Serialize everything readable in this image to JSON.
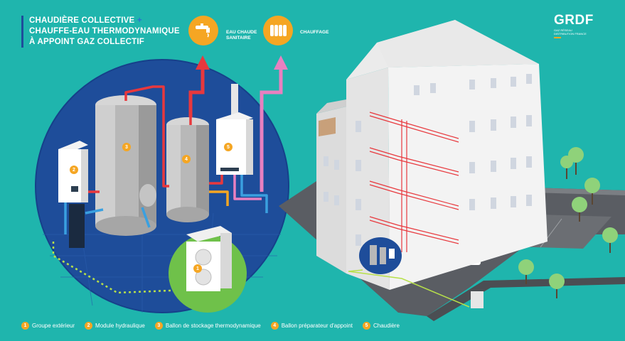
{
  "title": {
    "line1": "CHAUDIÈRE COLLECTIVE",
    "plus": "+",
    "line2": "CHAUFFE-EAU THERMODYNAMIQUE",
    "line3": "À APPOINT GAZ COLLECTIF"
  },
  "badges": {
    "hot_water": {
      "label_line1": "EAU CHAUDE",
      "label_line2": "SANITAIRE",
      "icon": "faucet-icon"
    },
    "heating": {
      "label": "CHAUFFAGE",
      "icon": "radiator-icon"
    }
  },
  "logo": {
    "brand": "GRDF",
    "tagline": "GAZ RÉSEAU DISTRIBUTION FRANCE"
  },
  "components": [
    {
      "num": "1",
      "label": "Groupe extérieur"
    },
    {
      "num": "2",
      "label": "Module hydraulique"
    },
    {
      "num": "3",
      "label": "Ballon de stockage thermodynamique"
    },
    {
      "num": "4",
      "label": "Ballon préparateur d'appoint"
    },
    {
      "num": "5",
      "label": "Chaudière"
    }
  ],
  "colors": {
    "background": "#1fb5ad",
    "accent": "#f5a623",
    "circle": "#1e4d9a",
    "hot_pipe": "#e8383d",
    "cold_pipe": "#3aa0e0",
    "heating_pipe": "#e880c0",
    "refrigerant_pipe": "#b7e04a"
  }
}
